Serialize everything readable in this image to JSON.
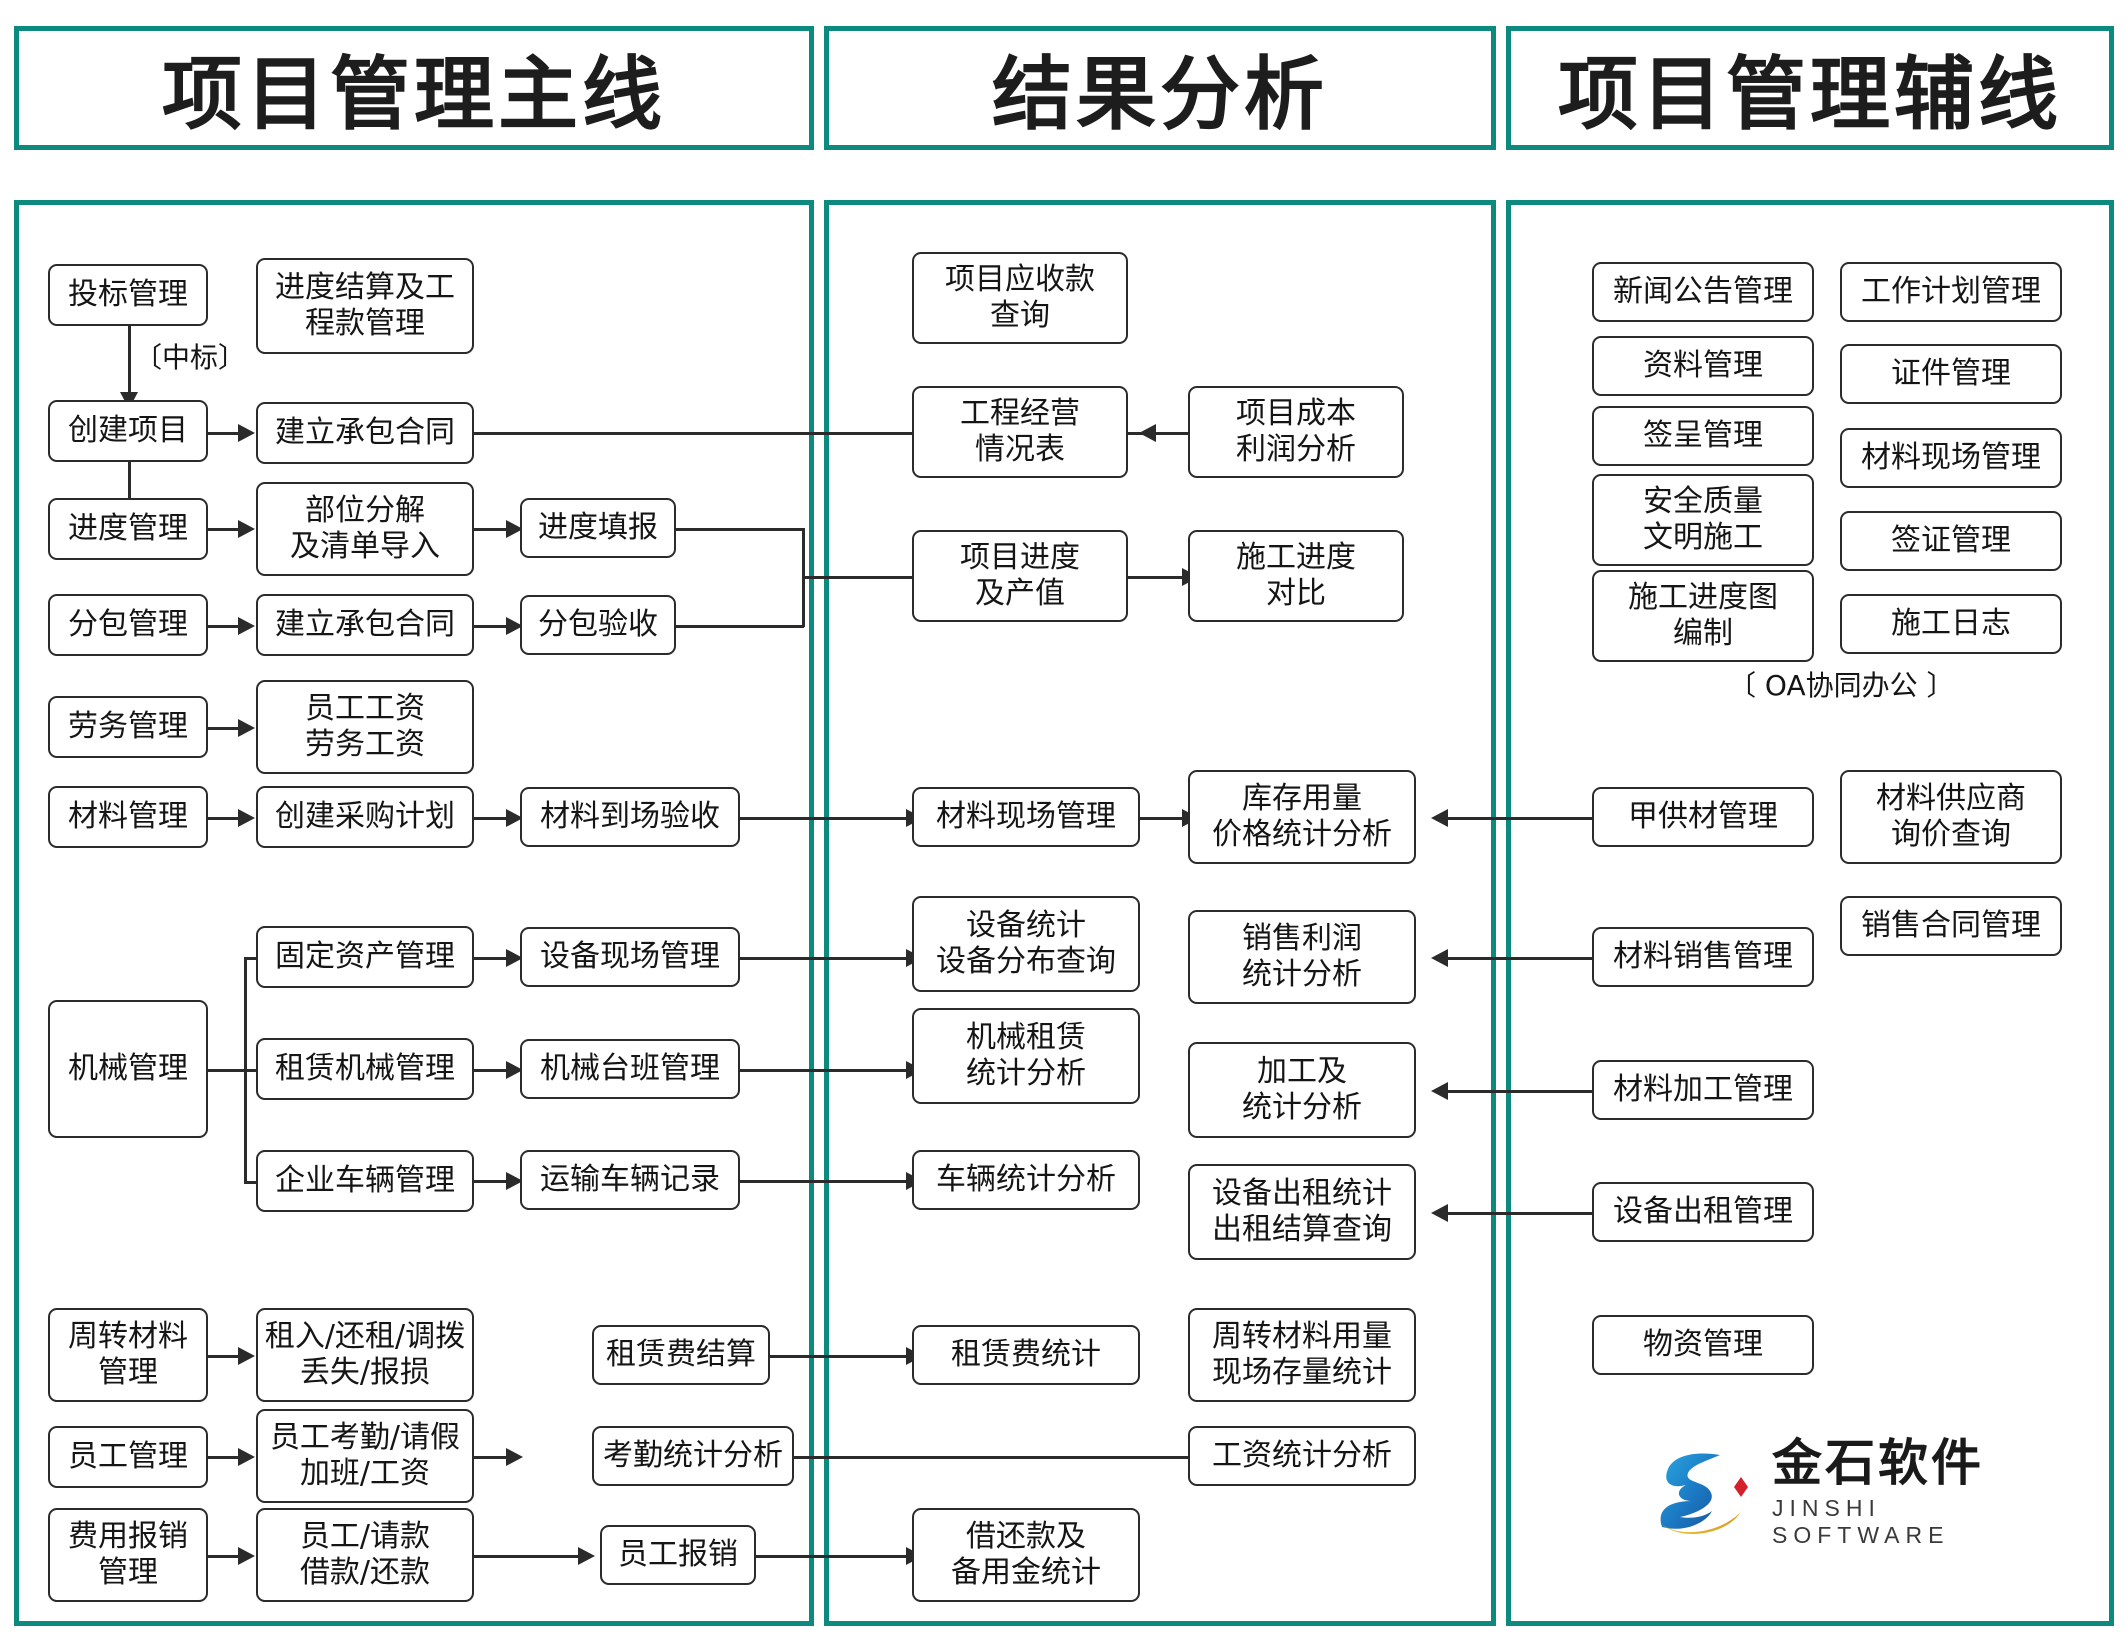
{
  "theme": {
    "accent": "#0b8a7d",
    "box_border": "#2b2b2b",
    "text": "#151515"
  },
  "headers": [
    {
      "title": "项目管理主线"
    },
    {
      "title": "结果分析"
    },
    {
      "title": "项目管理辅线"
    }
  ],
  "main_line": {
    "col1": [
      {
        "label": "投标管理"
      },
      {
        "label": "创建项目"
      },
      {
        "label": "进度管理"
      },
      {
        "label": "分包管理"
      },
      {
        "label": "劳务管理"
      },
      {
        "label": "材料管理"
      },
      {
        "label": "机械管理"
      },
      {
        "label": "周转材料\n管理"
      },
      {
        "label": "员工管理"
      },
      {
        "label": "费用报销\n管理"
      }
    ],
    "col2": [
      {
        "label": "进度结算及工\n程款管理"
      },
      {
        "label": "建立承包合同"
      },
      {
        "label": "部位分解\n及清单导入"
      },
      {
        "label": "建立承包合同"
      },
      {
        "label": "员工工资\n劳务工资"
      },
      {
        "label": "创建采购计划"
      },
      {
        "label": "固定资产管理"
      },
      {
        "label": "租赁机械管理"
      },
      {
        "label": "企业车辆管理"
      },
      {
        "label": "租入/还租/调拨\n丢失/报损"
      },
      {
        "label": "员工考勤/请假\n加班/工资"
      },
      {
        "label": "员工/请款\n借款/还款"
      }
    ],
    "col3": [
      {
        "label": "进度填报"
      },
      {
        "label": "分包验收"
      },
      {
        "label": "材料到场验收"
      },
      {
        "label": "设备现场管理"
      },
      {
        "label": "机械台班管理"
      },
      {
        "label": "运输车辆记录"
      },
      {
        "label": "租赁费结算"
      },
      {
        "label": "考勤统计分析"
      },
      {
        "label": "员工报销"
      }
    ],
    "notes": [
      {
        "label": "〔中标〕"
      }
    ]
  },
  "analysis": {
    "col1": [
      {
        "label": "项目应收款\n查询"
      },
      {
        "label": "工程经营\n情况表"
      },
      {
        "label": "项目进度\n及产值"
      },
      {
        "label": "材料现场管理"
      },
      {
        "label": "设备统计\n设备分布查询"
      },
      {
        "label": "机械租赁\n统计分析"
      },
      {
        "label": "车辆统计分析"
      },
      {
        "label": "租赁费统计"
      },
      {
        "label": "借还款及\n备用金统计"
      }
    ],
    "col2": [
      {
        "label": "项目成本\n利润分析"
      },
      {
        "label": "施工进度\n对比"
      },
      {
        "label": "库存用量\n价格统计分析"
      },
      {
        "label": "销售利润\n统计分析"
      },
      {
        "label": "加工及\n统计分析"
      },
      {
        "label": "设备出租统计\n出租结算查询"
      },
      {
        "label": "周转材料用量\n现场存量统计"
      },
      {
        "label": "工资统计分析"
      }
    ]
  },
  "aux_line": {
    "col1": [
      {
        "label": "新闻公告管理"
      },
      {
        "label": "资料管理"
      },
      {
        "label": "签呈管理"
      },
      {
        "label": "安全质量\n文明施工"
      },
      {
        "label": "施工进度图\n编制"
      },
      {
        "label": "甲供材管理"
      },
      {
        "label": "材料销售管理"
      },
      {
        "label": "材料加工管理"
      },
      {
        "label": "设备出租管理"
      },
      {
        "label": "物资管理"
      }
    ],
    "col2": [
      {
        "label": "工作计划管理"
      },
      {
        "label": "证件管理"
      },
      {
        "label": "材料现场管理"
      },
      {
        "label": "签证管理"
      },
      {
        "label": "施工日志"
      },
      {
        "label": "材料供应商\n询价查询"
      },
      {
        "label": "销售合同管理"
      }
    ],
    "notes": [
      {
        "label": "〔 OA协同办公 〕"
      }
    ]
  },
  "logo": {
    "cn": "金石软件",
    "en": "JINSHI SOFTWARE"
  }
}
